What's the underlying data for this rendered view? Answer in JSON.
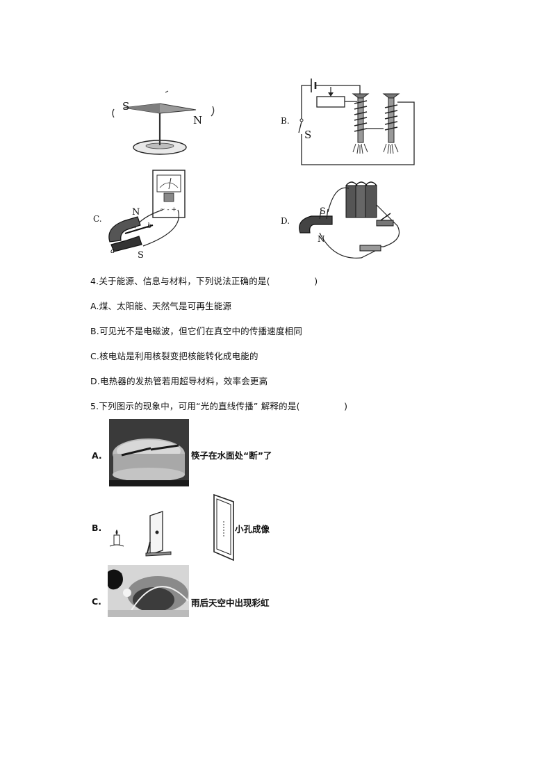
{
  "figures": {
    "compass": {
      "label_s": "S",
      "label_n": "N"
    },
    "electromagnet": {
      "option": "B.",
      "switch_label": "S"
    },
    "generator": {
      "option": "C.",
      "label_n": "N",
      "label_s": "S",
      "label_a": "a",
      "label_b": "b"
    },
    "motor": {
      "option": "D.",
      "label_s": "S",
      "label_n": "N"
    }
  },
  "q4": {
    "stem": "4.关于能源、信息与材料，下列说法正确的是(　　　　　)",
    "options": [
      "A.煤、太阳能、天然气是可再生能源",
      "B.可见光不是电磁波，但它们在真空中的传播速度相同",
      "C.核电站是利用核裂变把核能转化成电能的",
      "D.电热器的发热管若用超导材料，效率会更高"
    ]
  },
  "q5": {
    "stem": "5.下列图示的现象中，可用“光的直线传播” 解释的是(　　　　　)",
    "options": [
      {
        "label": "A.",
        "caption": "筷子在水面处“断”了"
      },
      {
        "label": "B.",
        "caption": "小孔成像"
      },
      {
        "label": "C.",
        "caption": "雨后天空中出现彩虹"
      }
    ]
  }
}
